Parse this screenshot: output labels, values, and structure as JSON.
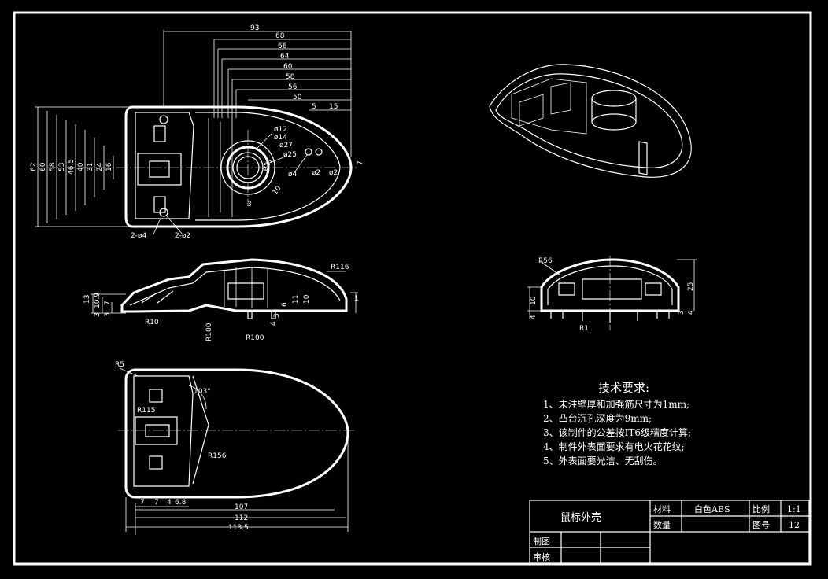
{
  "top_view_dims": {
    "top": [
      "93",
      "68",
      "66",
      "64",
      "60",
      "58",
      "56",
      "50",
      "5",
      "15"
    ],
    "left": [
      "62",
      "60",
      "58",
      "53",
      "46.5",
      "40",
      "31",
      "24",
      "16"
    ],
    "right": "7",
    "holes": [
      "ø12",
      "ø14",
      "ø27",
      "ø25",
      "ø4",
      "ø2",
      "ø2",
      "ø21",
      "10",
      "3"
    ],
    "bottom": [
      "2-ø4",
      "2-ø2"
    ]
  },
  "front_view_dims": {
    "radius_top": "R116",
    "left": [
      "13",
      "10.9",
      "7",
      "3",
      "3"
    ],
    "right": [
      "11",
      "10",
      "6",
      "3",
      "4",
      "1"
    ],
    "bottom": [
      "R10",
      "R100",
      "R100"
    ]
  },
  "side_view_dims": {
    "radius": "R56",
    "left": [
      "10",
      "4"
    ],
    "right": [
      "25",
      "3",
      "4"
    ],
    "bottom": "R1"
  },
  "section_view_dims": {
    "radii": [
      "R5",
      "R115",
      "R156"
    ],
    "angle": "103°",
    "bottom": [
      "7",
      "7",
      "4",
      "6.8"
    ],
    "lengths": [
      "107",
      "112",
      "113.5"
    ]
  },
  "requirements": {
    "title": "技术要求:",
    "items": [
      "1、未注壁厚和加强筋尺寸为1mm;",
      "2、凸台沉孔深度为9mm;",
      "3、该制件的公差按IT6级精度计算;",
      "4、制件外表面要求有电火花花纹;",
      "5、外表面要光洁、无刮伤。"
    ]
  },
  "title_block": {
    "part_name": "鼠标外壳",
    "material_label": "材料",
    "material_value": "白色ABS",
    "scale_label": "比例",
    "scale_value": "1:1",
    "quantity_label": "数量",
    "drawing_no_label": "图号",
    "drawing_no_value": "12",
    "drawn_label": "制图",
    "checked_label": "审核"
  }
}
